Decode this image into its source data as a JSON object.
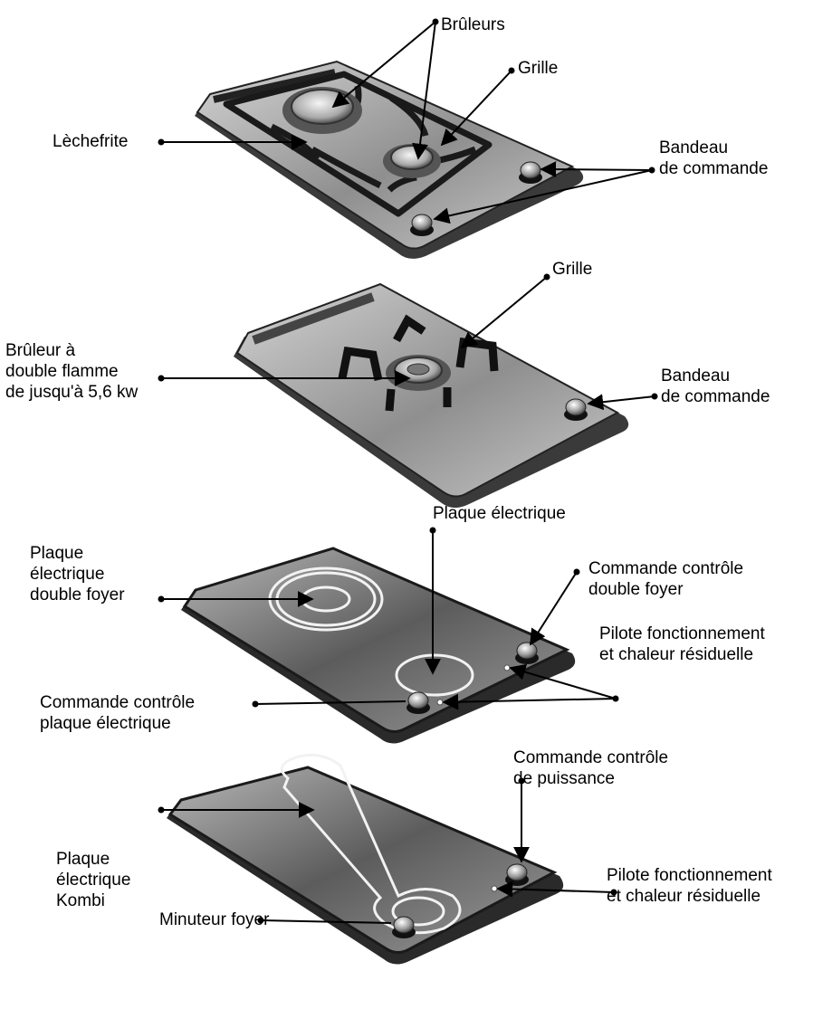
{
  "section_1": {
    "burners_label": "Brûleurs",
    "grate_label": "Grille",
    "drip_tray_label": "Lèchefrite",
    "control_panel_label": [
      "Bandeau",
      "de commande"
    ]
  },
  "section_2": {
    "grate_label": "Grille",
    "double_flame_burner_label": [
      "Brûleur à",
      "double flamme",
      "de jusqu'à 5,6 kw"
    ],
    "control_panel_label": [
      "Bandeau",
      "de commande"
    ]
  },
  "section_3": {
    "hotplate_label": "Plaque électrique",
    "double_hotplate_label": [
      "Plaque",
      "électrique",
      "double foyer"
    ],
    "double_control_label": [
      "Commande contrôle",
      "double foyer"
    ],
    "indicator_label": [
      "Pilote fonctionnement",
      "et chaleur résiduelle"
    ],
    "hotplate_control_label": [
      "Commande contrôle",
      "plaque électrique"
    ]
  },
  "section_4": {
    "power_control_label": [
      "Commande contrôle",
      "de puissance"
    ],
    "kombi_hotplate_label": [
      "Plaque",
      "électrique",
      "Kombi"
    ],
    "indicator_label": [
      "Pilote fonctionnement",
      "et chaleur résiduelle"
    ],
    "timer_label": "Minuteur foyer"
  },
  "colors": {
    "surface": "#9a9a9a",
    "surface_dark": "#555555",
    "rim": "#2e2e2e",
    "element_ring": "#f2f2f2"
  }
}
